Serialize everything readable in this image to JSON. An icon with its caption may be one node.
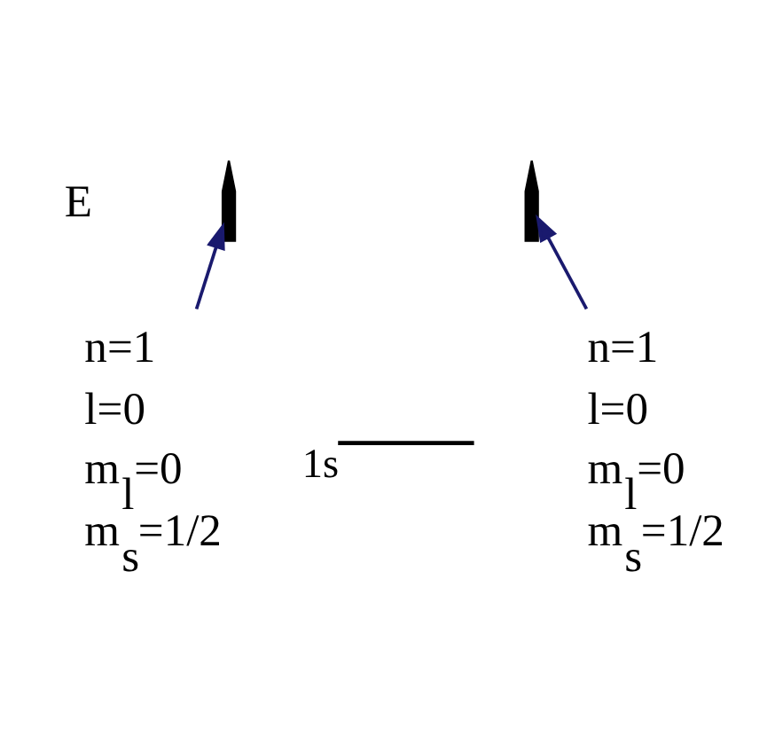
{
  "diagram": {
    "nodes": [
      {
        "text": [],
        "shape": "arrow"
      },
      {
        "text": [],
        "shape": "arrow"
      },
      {
        "text": [],
        "shape": "bar",
        "beside": [
          "1s"
        ]
      },
      {
        "text": [
          "n=1",
          "l=0",
          "m$_{l}$=0",
          "m$_{s}$=1/2"
        ]
      },
      {
        "text": [
          "n=1",
          "l=0",
          "m$_{l}$=0",
          "m$_{s}$=1/2"
        ]
      }
    ],
    "edges": [
      {
        "from": 3,
        "to": 0,
        "arrow": "to",
        "color": "#1a1a6e"
      },
      {
        "from": 4,
        "to": 1,
        "arrow": "to",
        "color": "#1a1a6e"
      }
    ],
    "labels": [
      "E"
    ]
  }
}
